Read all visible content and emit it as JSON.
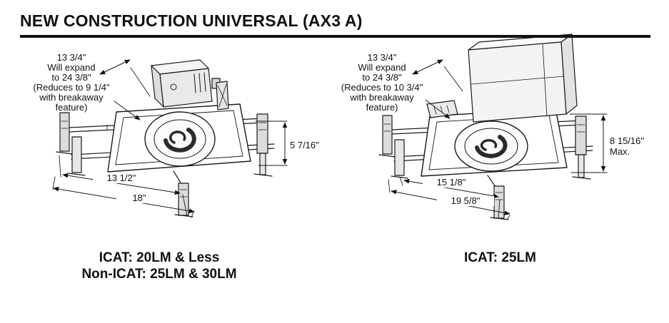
{
  "ink_color": "#1a1a1a",
  "header": {
    "title": "NEW CONSTRUCTION UNIVERSAL (AX3 A)"
  },
  "left_figure": {
    "expand_note": [
      "13 3/4\"",
      "Will expand",
      "to 24 3/8\"",
      "(Reduces to 9 1/4\"",
      "with breakaway",
      "feature)"
    ],
    "height_dim": "5 7/16\"",
    "frame_width_dim": "13 1/2\"",
    "overall_width_dim": "18\"",
    "caption": [
      "ICAT: 20LM & Less",
      "Non-ICAT: 25LM & 30LM"
    ]
  },
  "right_figure": {
    "expand_note": [
      "13 3/4\"",
      "Will expand",
      "to 24 3/8\"",
      "(Reduces to 10 3/4\"",
      "with breakaway",
      "feature)"
    ],
    "height_dim": [
      "8 15/16\"",
      "Max."
    ],
    "frame_width_dim": "15 1/8\"",
    "overall_width_dim": "19 5/8\"",
    "caption": [
      "ICAT: 25LM"
    ]
  }
}
